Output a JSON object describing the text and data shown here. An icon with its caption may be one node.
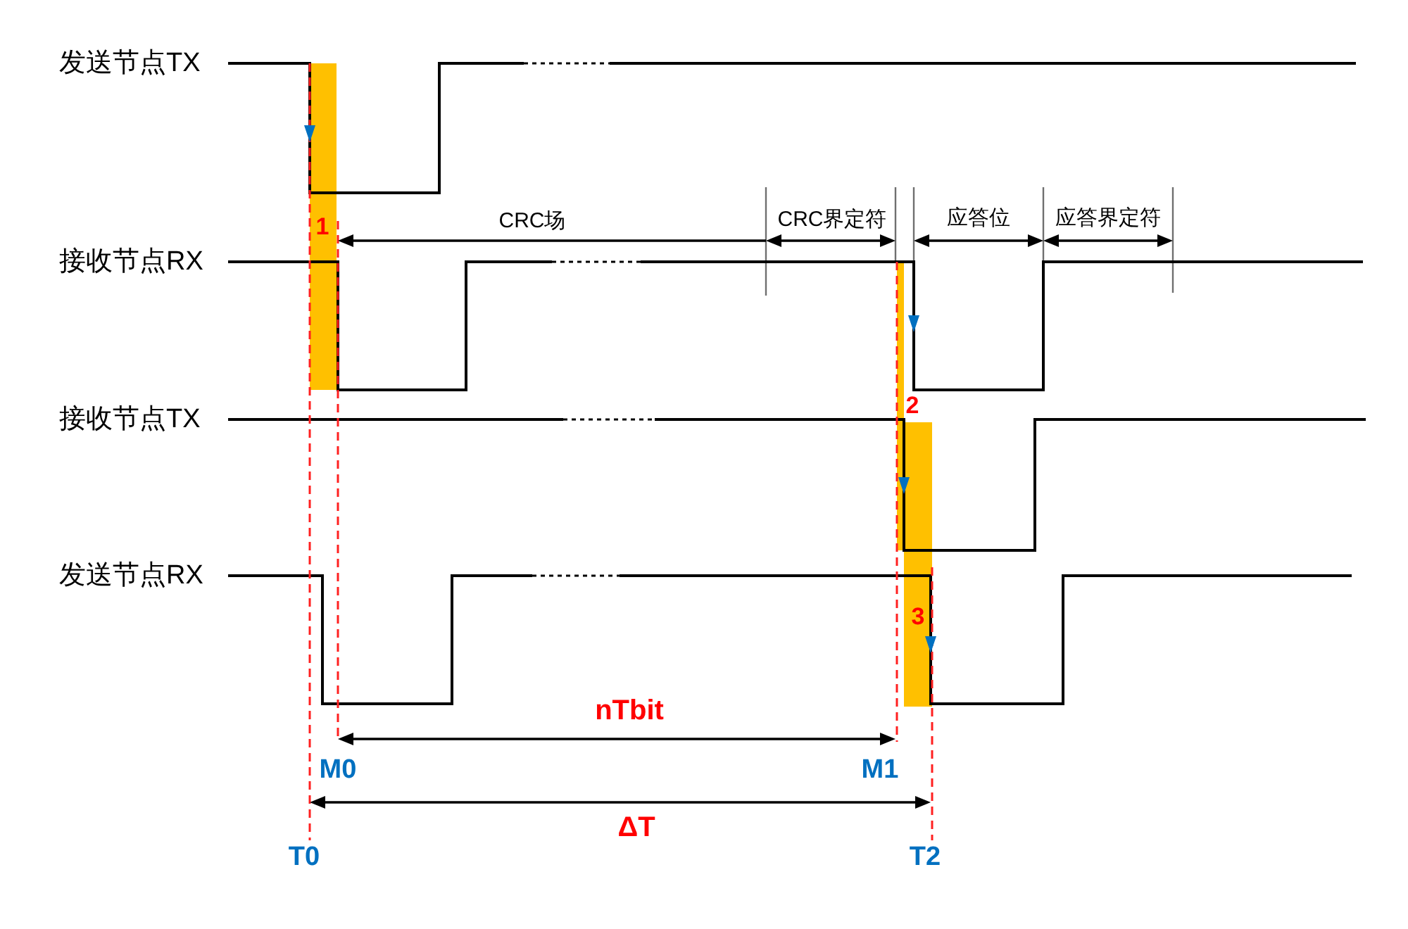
{
  "diagram": {
    "labels": [
      "发送节点TX",
      "CRC场",
      "CRC界定符",
      "应答位",
      "应答界定符",
      "1",
      "接收节点RX",
      "2",
      "接收节点TX",
      "发送节点RX",
      "3",
      "nTbit",
      "M0",
      "M1",
      "ΔT",
      "T0",
      "T2"
    ]
  }
}
